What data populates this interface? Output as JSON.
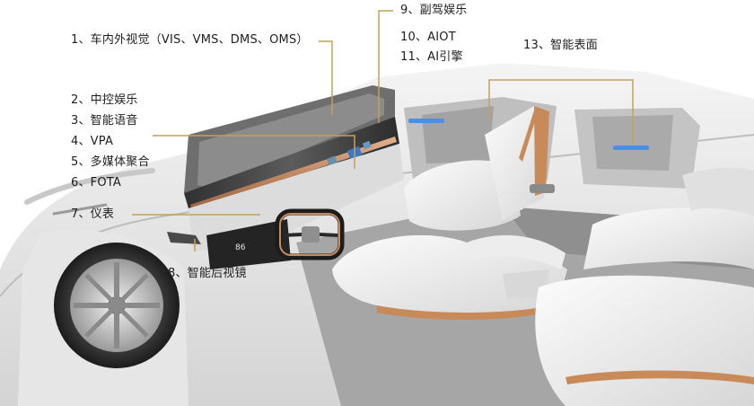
{
  "callouts": {
    "c1": "1、车内外视觉（VIS、VMS、DMS、OMS）",
    "c2": "2、中控娱乐",
    "c3": "3、智能语音",
    "c4": "4、VPA",
    "c5": "5、多媒体聚合",
    "c6": "6、FOTA",
    "c7": "7、仪表",
    "c8": "8、智能后视镜",
    "c9": "9、副驾娱乐",
    "c10": "10、AIOT",
    "c11": "11、AI引擎",
    "c13": "13、智能表面"
  },
  "cluster_reading": "86",
  "colors": {
    "leader_line": "#c2a25c",
    "accent_copper": "#c98a5a",
    "ambient_blue": "#4a8ee6",
    "label_text": "#1e1e1e"
  }
}
